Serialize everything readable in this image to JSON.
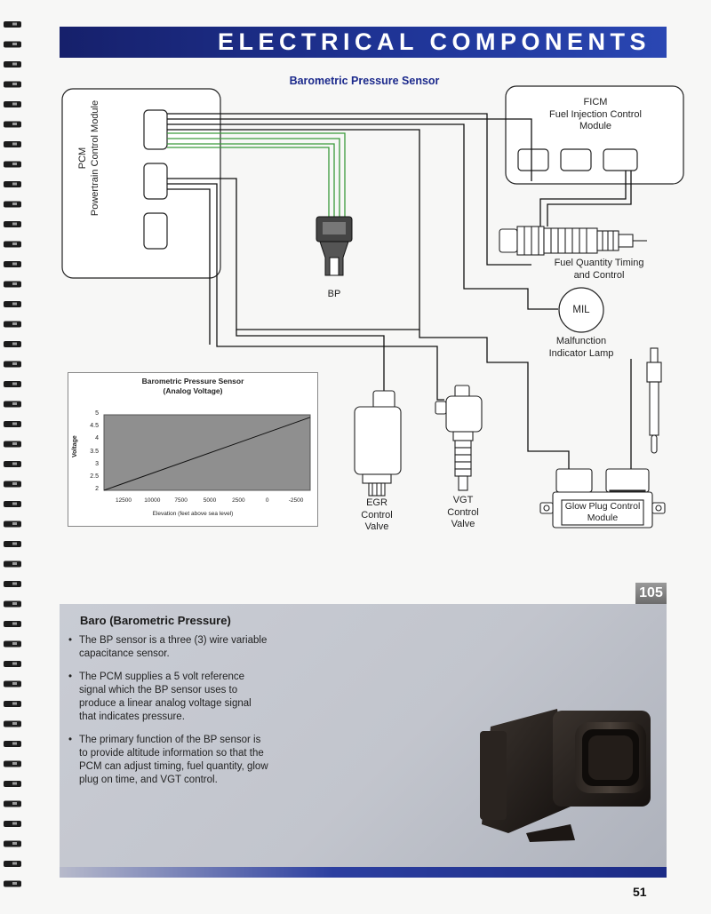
{
  "header": {
    "title": "ELECTRICAL COMPONENTS"
  },
  "diagram": {
    "subtitle": "Barometric Pressure Sensor",
    "pcm": {
      "abbr": "PCM",
      "name": "Powertrain Control Module"
    },
    "ficm": {
      "abbr": "FICM",
      "name": "Fuel Injection Control Module"
    },
    "bp_label": "BP",
    "injector_label": "Fuel Quantity Timing and Control",
    "mil": {
      "abbr": "MIL",
      "name": "Malfunction Indicator Lamp"
    },
    "egr_label": "EGR Control Valve",
    "vgt_label": "VGT Control Valve",
    "glow_label": "Glow Plug Control Module"
  },
  "chart_data": {
    "type": "line",
    "title": "Barometric Pressure Sensor",
    "subtitle": "(Analog Voltage)",
    "xlabel": "Elevation (feet above sea level)",
    "ylabel": "Voltage",
    "x_ticks": [
      "12500",
      "10000",
      "7500",
      "5000",
      "2500",
      "0",
      "-2500"
    ],
    "y_ticks": [
      "5",
      "4.5",
      "4",
      "3.5",
      "3",
      "2.5",
      "2"
    ],
    "ylim": [
      2,
      5
    ],
    "xlim": [
      12500,
      -2500
    ],
    "series": [
      {
        "x": [
          12500,
          -2500
        ],
        "values": [
          2.0,
          4.9
        ]
      }
    ],
    "grid": false,
    "background": "#8f8f8f"
  },
  "page_label": "105",
  "panel": {
    "title": "Baro (Barometric Pressure)",
    "bullets": [
      "The BP sensor is a three (3) wire variable capacitance sensor.",
      "The PCM supplies a 5 volt reference signal which the BP sensor uses to produce a linear analog voltage signal that indicates pressure.",
      "The primary function of the BP sensor is to provide altitude information so that the PCM can adjust timing, fuel quantity, glow plug on time, and VGT control."
    ]
  },
  "page_number": "51",
  "colors": {
    "header_blue": "#1f3496",
    "subtitle_blue": "#1c2a8c",
    "wire_green": "#3a9a3a",
    "panel_gray": "#c3c6ce"
  }
}
